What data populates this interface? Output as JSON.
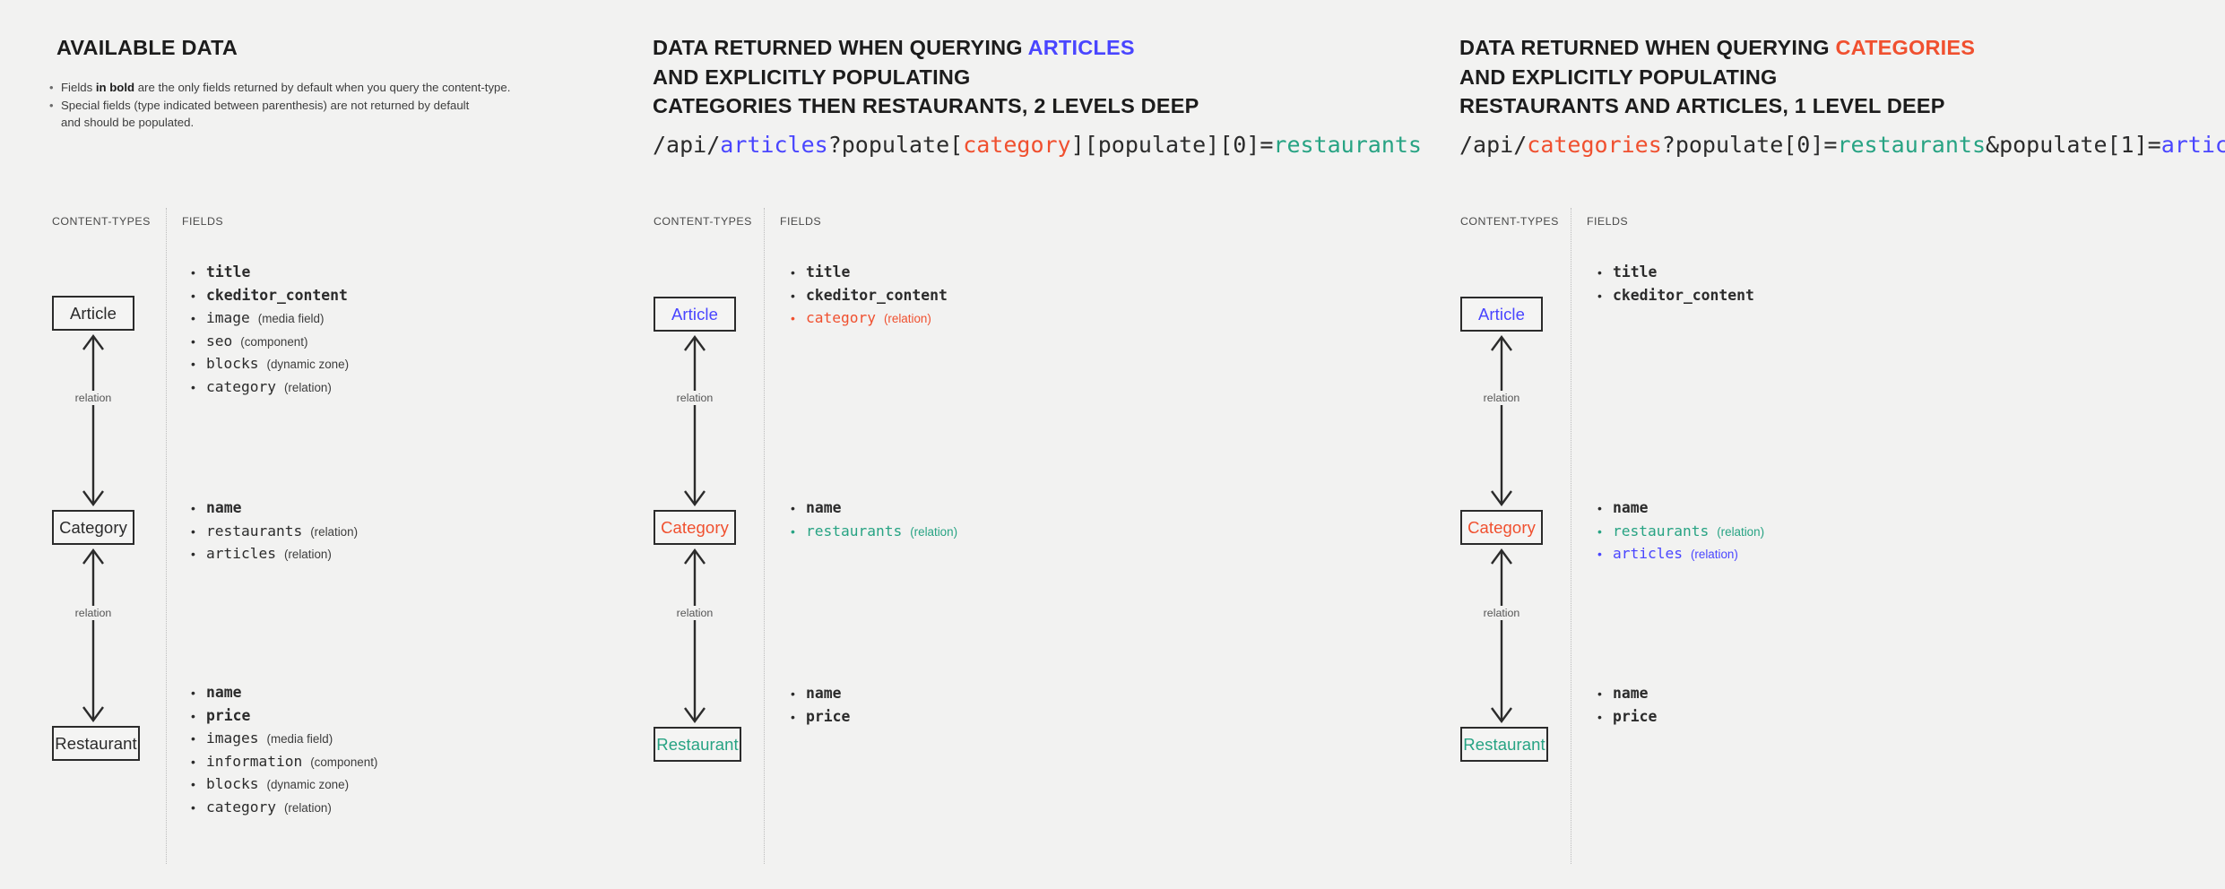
{
  "colors": {
    "background": "#f2f2f1",
    "text": "#2b2b2b",
    "accent_blue": "#4945ff",
    "accent_red": "#f0502f",
    "accent_green": "#27a383",
    "divider": "#bcbcbc"
  },
  "labels": {
    "content_types": "CONTENT-TYPES",
    "fields": "FIELDS",
    "relation": "relation"
  },
  "col1": {
    "title": "AVAILABLE DATA",
    "notes": [
      {
        "lead": "Fields ",
        "bold": "in bold",
        "rest": " are the only fields returned by default when you query the content-type."
      },
      {
        "lead": "Special fields (type indicated between parenthesis) are not returned by default",
        "bold": "",
        "rest": ""
      }
    ],
    "note2_line2": "and should be populated.",
    "boxes": {
      "article": "Article",
      "category": "Category",
      "restaurant": "Restaurant"
    },
    "fields_article": [
      {
        "name": "title",
        "type": "",
        "bold": true,
        "color": ""
      },
      {
        "name": "ckeditor_content",
        "type": "",
        "bold": true,
        "color": ""
      },
      {
        "name": "image",
        "type": "(media field)",
        "bold": false,
        "color": ""
      },
      {
        "name": "seo",
        "type": "(component)",
        "bold": false,
        "color": ""
      },
      {
        "name": "blocks",
        "type": "(dynamic zone)",
        "bold": false,
        "color": ""
      },
      {
        "name": "category",
        "type": "(relation)",
        "bold": false,
        "color": ""
      }
    ],
    "fields_category": [
      {
        "name": "name",
        "type": "",
        "bold": true,
        "color": ""
      },
      {
        "name": "restaurants",
        "type": "(relation)",
        "bold": false,
        "color": ""
      },
      {
        "name": "articles",
        "type": "(relation)",
        "bold": false,
        "color": ""
      }
    ],
    "fields_restaurant": [
      {
        "name": "name",
        "type": "",
        "bold": true,
        "color": ""
      },
      {
        "name": "price",
        "type": "",
        "bold": true,
        "color": ""
      },
      {
        "name": "images",
        "type": "(media field)",
        "bold": false,
        "color": ""
      },
      {
        "name": "information",
        "type": "(component)",
        "bold": false,
        "color": ""
      },
      {
        "name": "blocks",
        "type": "(dynamic zone)",
        "bold": false,
        "color": ""
      },
      {
        "name": "category",
        "type": "(relation)",
        "bold": false,
        "color": ""
      }
    ]
  },
  "col2": {
    "title_line1_a": "DATA RETURNED WHEN QUERYING ",
    "title_line1_b": "ARTICLES",
    "title_line2": "AND EXPLICITLY POPULATING",
    "title_line3": "CATEGORIES THEN RESTAURANTS, 2 LEVELS DEEP",
    "url": {
      "p1": "/api/",
      "p2": "articles",
      "p3": "?populate[",
      "p4": "category",
      "p5": "][populate][0]=",
      "p6": "restaurants"
    },
    "boxes": {
      "article": "Article",
      "category": "Category",
      "restaurant": "Restaurant"
    },
    "fields_article": [
      {
        "name": "title",
        "type": "",
        "bold": true,
        "color": ""
      },
      {
        "name": "ckeditor_content",
        "type": "",
        "bold": true,
        "color": ""
      },
      {
        "name": "category",
        "type": "(relation)",
        "bold": false,
        "color": "c-red"
      }
    ],
    "fields_category": [
      {
        "name": "name",
        "type": "",
        "bold": true,
        "color": ""
      },
      {
        "name": "restaurants",
        "type": "(relation)",
        "bold": false,
        "color": "c-green"
      }
    ],
    "fields_restaurant": [
      {
        "name": "name",
        "type": "",
        "bold": true,
        "color": ""
      },
      {
        "name": "price",
        "type": "",
        "bold": true,
        "color": ""
      }
    ]
  },
  "col3": {
    "title_line1_a": "DATA RETURNED WHEN QUERYING ",
    "title_line1_b": "CATEGORIES",
    "title_line2": "AND EXPLICITLY POPULATING",
    "title_line3": "RESTAURANTS AND ARTICLES, 1 LEVEL DEEP",
    "url": {
      "p1": "/api/",
      "p2": "categories",
      "p3": "?populate[0]=",
      "p4": "restaurants",
      "p5": "&populate[1]=",
      "p6": "articles"
    },
    "boxes": {
      "article": "Article",
      "category": "Category",
      "restaurant": "Restaurant"
    },
    "fields_article": [
      {
        "name": "title",
        "type": "",
        "bold": true,
        "color": ""
      },
      {
        "name": "ckeditor_content",
        "type": "",
        "bold": true,
        "color": ""
      }
    ],
    "fields_category": [
      {
        "name": "name",
        "type": "",
        "bold": true,
        "color": ""
      },
      {
        "name": "restaurants",
        "type": "(relation)",
        "bold": false,
        "color": "c-green"
      },
      {
        "name": "articles",
        "type": "(relation)",
        "bold": false,
        "color": "c-blue"
      }
    ],
    "fields_restaurant": [
      {
        "name": "name",
        "type": "",
        "bold": true,
        "color": ""
      },
      {
        "name": "price",
        "type": "",
        "bold": true,
        "color": ""
      }
    ]
  }
}
